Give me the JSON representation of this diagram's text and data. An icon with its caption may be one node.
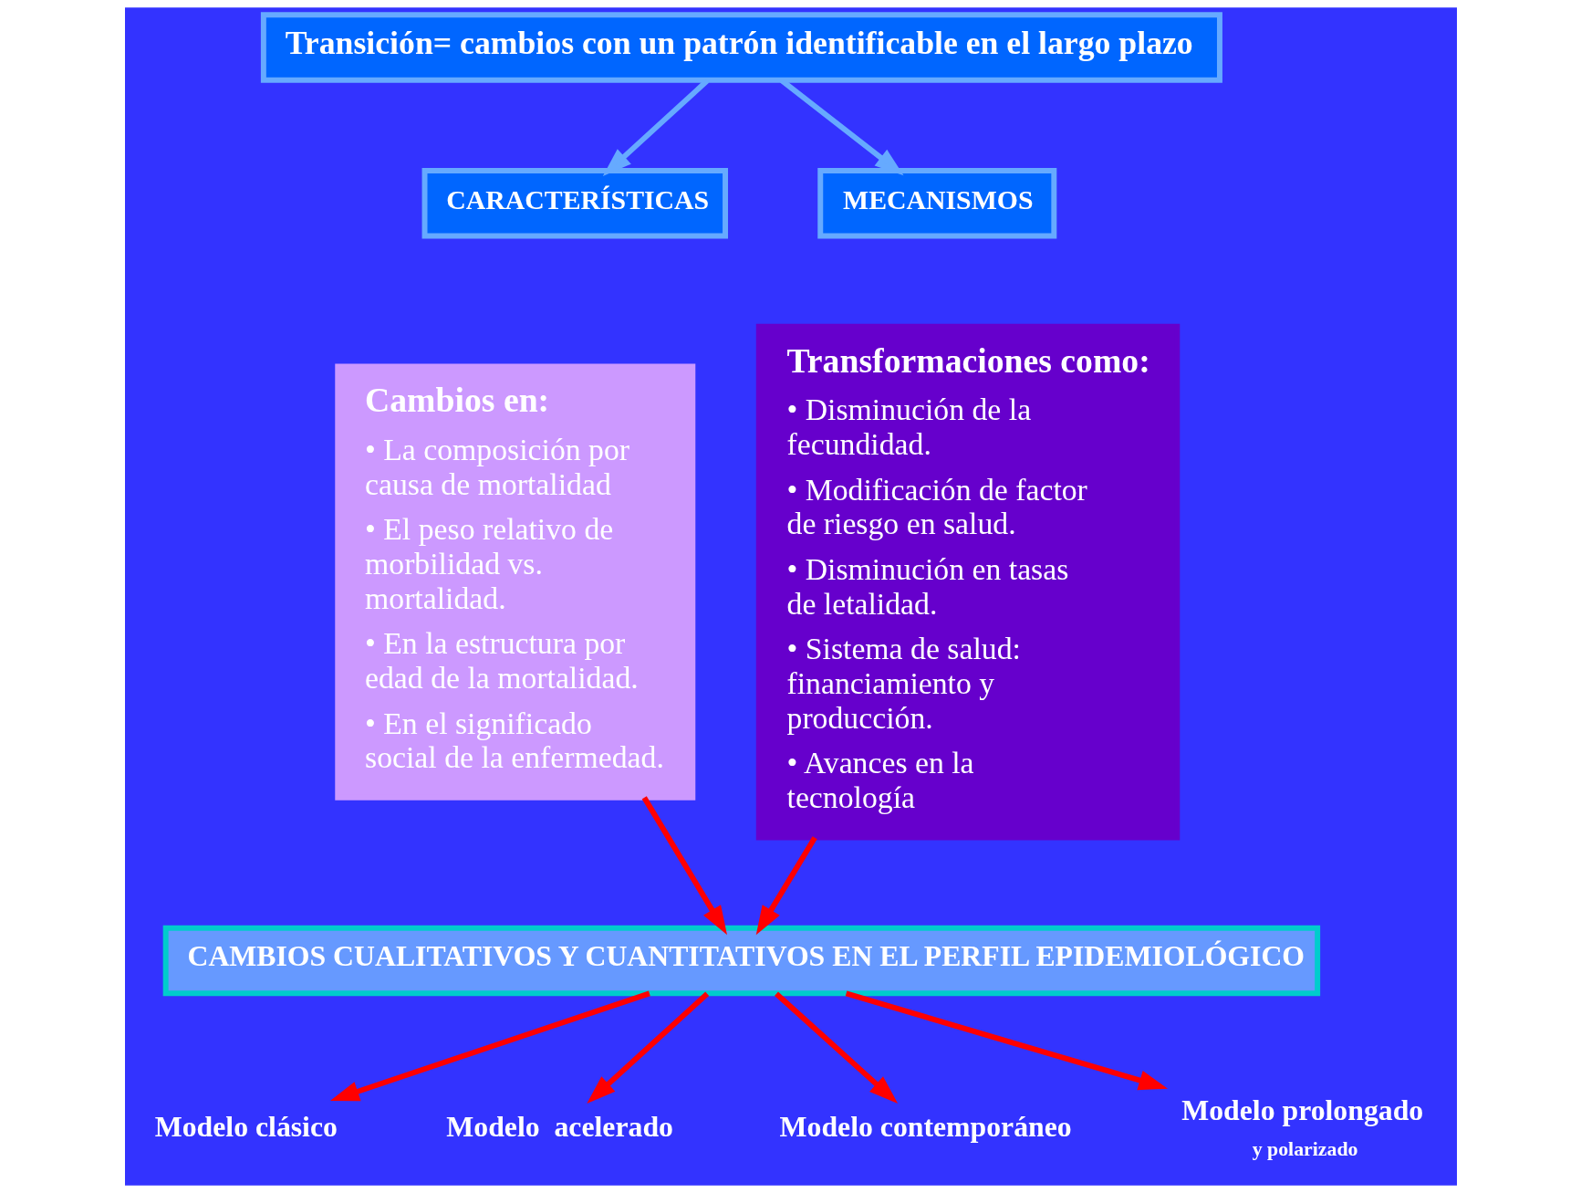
{
  "diagram": {
    "nodes": [
      {
        "text": [
          "Transición= cambios con un patrón identificable en el largo plazo"
        ]
      },
      {
        "text": [
          "CARACTERÍSTICAS"
        ]
      },
      {
        "text": [
          "MECANISMOS"
        ]
      },
      {
        "text": [
          "Cambios en:",
          "• La composición por causa de mortalidad",
          "• El peso relativo de morbilidad vs. mortalidad.",
          "• En la estructura por edad de la mortalidad.",
          "• En el significado social de la enfermedad."
        ]
      },
      {
        "text": [
          "Transformaciones como:",
          "• Disminución de la fecundidad.",
          "• Modificación de factor de riesgo en salud.",
          "• Disminución en tasas de letalidad.",
          "• Sistema de salud: financiamiento y producción.",
          "• Avances en la tecnología"
        ]
      },
      {
        "text": [
          "CAMBIOS CUALITATIVOS Y CUANTITATIVOS EN EL PERFIL EPIDEMIOLÓGICO"
        ]
      },
      {
        "text": [
          "Modelo clásico"
        ]
      },
      {
        "text": [
          "Modelo  acelerado"
        ]
      },
      {
        "text": [
          "Modelo contemporáneo"
        ]
      },
      {
        "text": [
          "Modelo prolongado",
          "y polarizado"
        ]
      }
    ],
    "edges": [
      {
        "from": 0,
        "to": 1,
        "arrow": "to",
        "color": "#66aaff"
      },
      {
        "from": 0,
        "to": 2,
        "arrow": "to",
        "color": "#66aaff"
      },
      {
        "from": 3,
        "to": 5,
        "arrow": "to"
      },
      {
        "from": 4,
        "to": 5,
        "arrow": "to"
      },
      {
        "from": 5,
        "to": 6,
        "arrow": "to"
      },
      {
        "from": 5,
        "to": 7,
        "arrow": "to"
      },
      {
        "from": 5,
        "to": 8,
        "arrow": "to"
      },
      {
        "from": 5,
        "to": 9,
        "arrow": "to"
      }
    ]
  }
}
